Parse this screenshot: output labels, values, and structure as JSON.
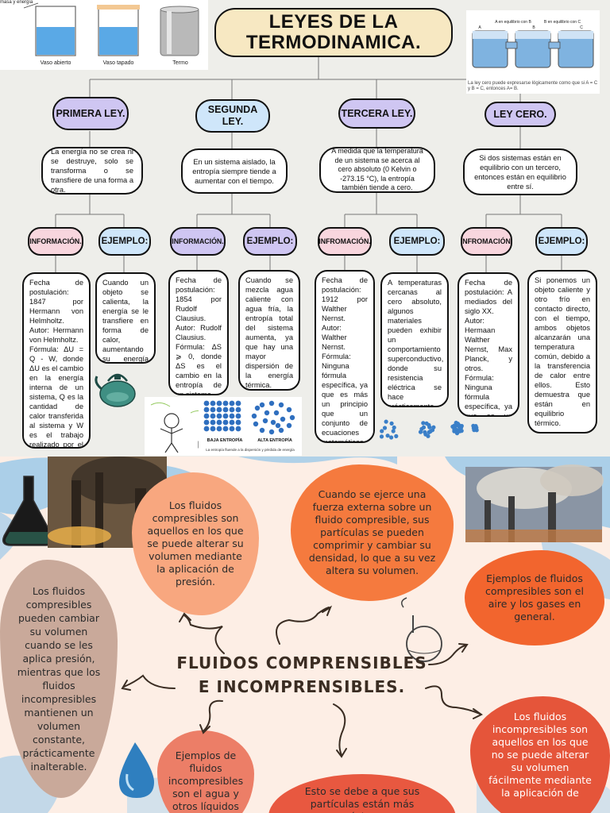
{
  "header": {
    "title_line1": "LEYES DE LA",
    "title_line2": "TERMODINAMICA."
  },
  "vessels_image": {
    "top_caption": "masa y energía",
    "labels": [
      "Vaso abierto",
      "Vaso tapado",
      "Termo"
    ]
  },
  "zero_image": {
    "label_ab": "A en equilibrio con B",
    "label_bc": "B en equilibrio con C",
    "vessels": [
      "A",
      "B",
      "C"
    ],
    "caption": "La ley cero puede expresarse lógicamente como que si A = C y B = C, entonces A= B."
  },
  "laws": [
    {
      "name": "PRIMERA LEY.",
      "description": "La energía no se crea ni se destruye, solo se transforma o se transfiere de una forma a otra.",
      "info_label": "INFORMACIÓN.",
      "example_label": "EJEMPLO:",
      "info_text": "Fecha de postulación: 1847 por Hermann von Helmholtz.\nAutor: Hermann von Helmholtz.\nFórmula: ΔU = Q - W, donde ΔU es el cambio en la energía interna de un sistema, Q es la cantidad de calor transferida al sistema y W es el trabajo realizado por el sistema.",
      "example_text": "Cuando un objeto se calienta, la energía se le transfiere en forma de calor, aumentando su energía interna."
    },
    {
      "name": "SEGUNDA LEY.",
      "description": "En un sistema aislado, la entropía siempre tiende a aumentar con el tiempo.",
      "info_label": "INFORMACIÓN.",
      "example_label": "EJEMPLO:",
      "info_text": "Fecha de postulación: 1854 por Rudolf Clausius.\nAutor: Rudolf Clausius.\nFórmula: ΔS ⩾ 0, donde ΔS es el cambio en la entropía de un sistema.",
      "example_text": "Cuando se mezcla agua caliente con agua fría, la entropía total del sistema aumenta, ya que hay una mayor dispersión de la energía térmica."
    },
    {
      "name": "TERCERA LEY.",
      "description": "A medida que la temperatura de un sistema se acerca al cero absoluto (0 Kelvin o -273.15 °C), la entropía también tiende a cero.",
      "info_label": "INFROMACIÓN.",
      "example_label": "EJEMPLO:",
      "info_text": "Fecha de postulación: 1912 por Walther Nernst.\nAutor: Walther Nernst.\nFórmula: Ninguna fórmula específica, ya que es más un principio que un conjunto de ecuaciones matemáticas.",
      "example_text": "A temperaturas cercanas al cero absoluto, algunos materiales pueden exhibir un comportamiento superconductivo, donde su resistencia eléctrica se hace prácticamente cero."
    },
    {
      "name": "LEY CERO.",
      "description": "Si dos sistemas están en equilibrio con un tercero, entonces están en equilibrio entre sí.",
      "info_label": "INFROMACIÓN.",
      "example_label": "EJEMPLO:",
      "info_text": "Fecha de postulación: A mediados del siglo XX.\nAutor: Hermaan Walther Nernst, Max Planck, y otros.\nFórmula: Ninguna fórmula específica, ya que es un principio básico.",
      "example_text": "Si ponemos un objeto caliente y otro frío en contacto directo, con el tiempo, ambos objetos alcanzarán una temperatura común, debido a la transferencia de calor entre ellos. Esto demuestra que están en equilibrio térmico."
    }
  ],
  "entropy_image": {
    "low_label": "BAJA ENTROPÍA",
    "high_label": "ALTA ENTROPÍA",
    "caption": "La entropía fluende a la dispersión y pérdida de energía"
  },
  "fluids": {
    "title_line1": "FLUIDOS COMPRENSIBLES",
    "title_line2": "E INCOMPRENSIBLES.",
    "blob_definition": "Los fluidos compresibles son aquellos en los que se puede alterar su volumen mediante la aplicación de presión.",
    "blob_force": "Cuando se ejerce una fuerza externa sobre un fluido compresible, sus partículas se pueden comprimir y cambiar su densidad, lo que a su vez altera su volumen.",
    "blob_examples": "Ejemplos de fluidos compresibles son el aire y los gases en general.",
    "blob_comparison": "Los fluidos compresibles pueden cambiar su volumen cuando se les aplica presión, mientras que los fluidos incompresibles mantienen un volumen constante, prácticamente inalterable.",
    "blob_incompressible_examples": "Ejemplos de fluidos incompresibles son el agua y otros líquidos",
    "blob_reason": "Esto se debe a que sus partículas están más próximas",
    "blob_incompressible_def": "Los fluidos incompresibles son aquellos en los que no se puede alterar su volumen fácilmente mediante la aplicación de"
  },
  "colors": {
    "lavender": "#cfc6f2",
    "light_blue": "#cfe6fa",
    "pink": "#f8d6de",
    "title_bg": "#f7e8c2",
    "peach": "#f8a77f",
    "orange": "#f57a3e",
    "red_orange": "#e5553a",
    "taupe": "#c9a99a"
  }
}
